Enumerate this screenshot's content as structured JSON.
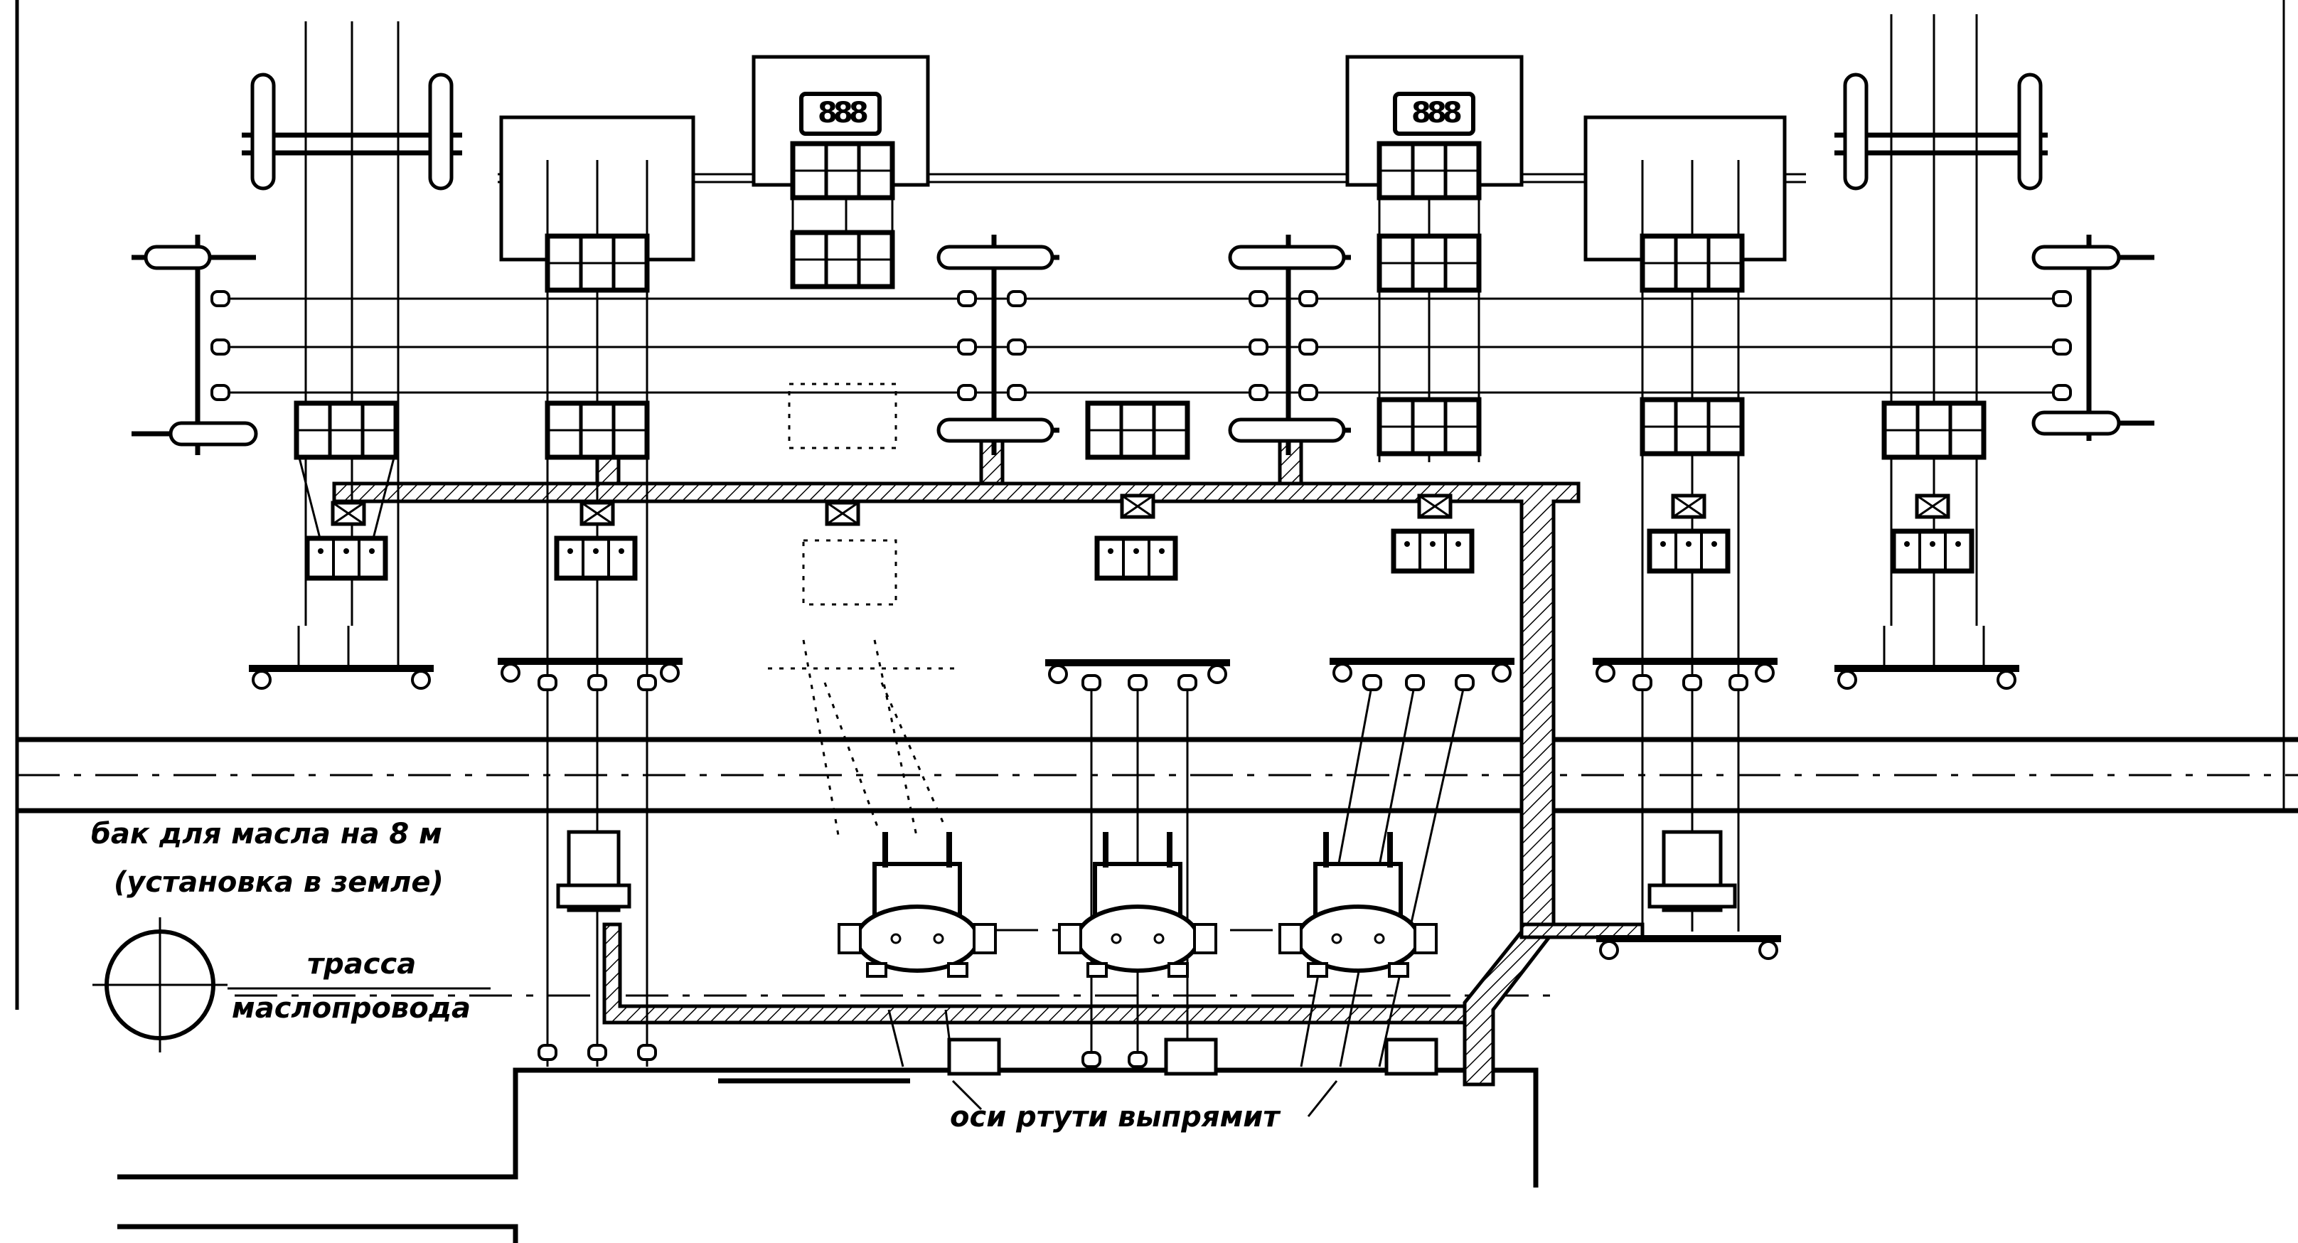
{
  "labels": {
    "oil_tank_line1": "бак для масла на 8 м",
    "oil_tank_line2": "(установка в земле)",
    "oil_route_line1": "трасса",
    "oil_route_line2": "маслопровода",
    "rectifier_axes": "оси ртути выпрямит"
  },
  "colors": {
    "ink": "#000000",
    "paper": "#ffffff"
  }
}
